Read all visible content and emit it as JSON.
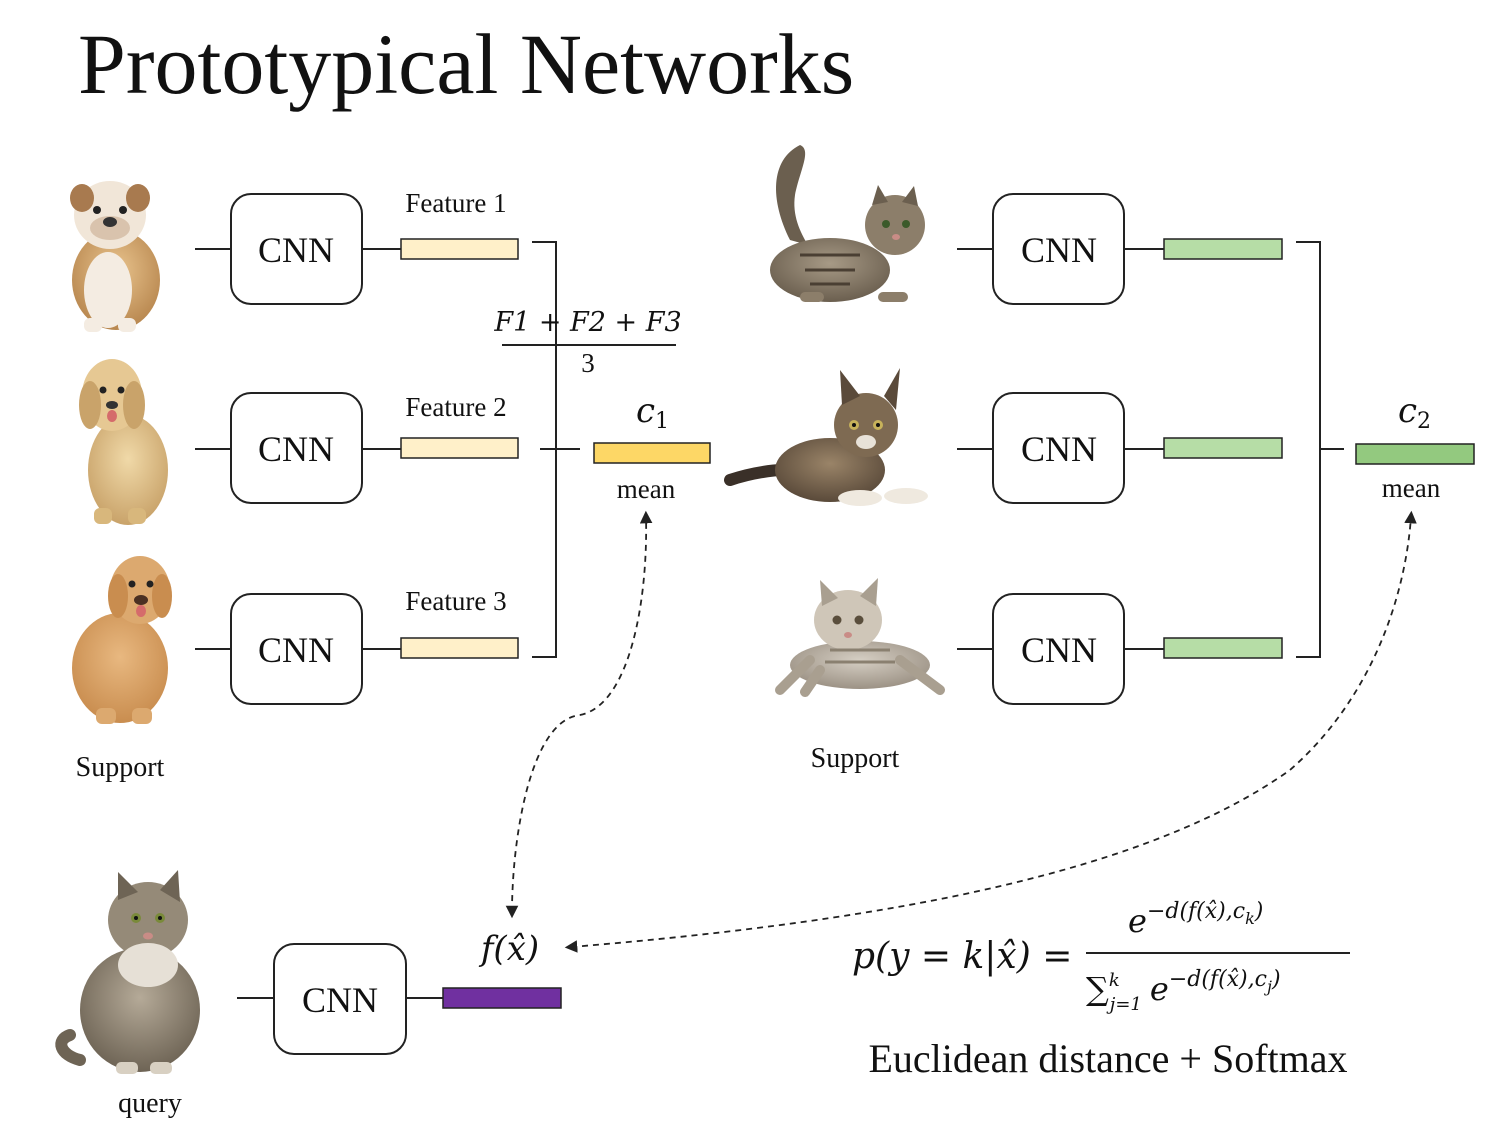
{
  "title": "Prototypical Networks",
  "cnn_label": "CNN",
  "dog_features": [
    "Feature 1",
    "Feature 2",
    "Feature 3"
  ],
  "fraction": {
    "numerator": "F1 + F2 + F3",
    "denominator": "3"
  },
  "prototype_1": {
    "symbol": "c",
    "subscript": "1",
    "caption": "mean"
  },
  "prototype_2": {
    "symbol": "c",
    "subscript": "2",
    "caption": "mean"
  },
  "support_label_dogs": "Support",
  "support_label_cats": "Support",
  "query_label": "query",
  "query_feature": "f(x̂)",
  "formula": {
    "lhs": "p(y = k|x̂) =",
    "num_base": "e",
    "num_exp": "−d(f(x̂),c",
    "num_exp_sub": "k",
    "num_exp_end": ")",
    "den_sum": "∑",
    "den_sup": "k",
    "den_sub": "j=1",
    "den_base": "e",
    "den_exp": "−d(f(x̂),c",
    "den_exp_sub": "j",
    "den_exp_end": ")"
  },
  "caption": "Euclidean distance + Softmax",
  "colors": {
    "dog_feature": "#FFF0C9",
    "prototype_1": "#FDD766",
    "cat_feature": "#B6DDA6",
    "prototype_2": "#93C97F",
    "query_feature": "#7030A0",
    "stroke": "#222222"
  }
}
